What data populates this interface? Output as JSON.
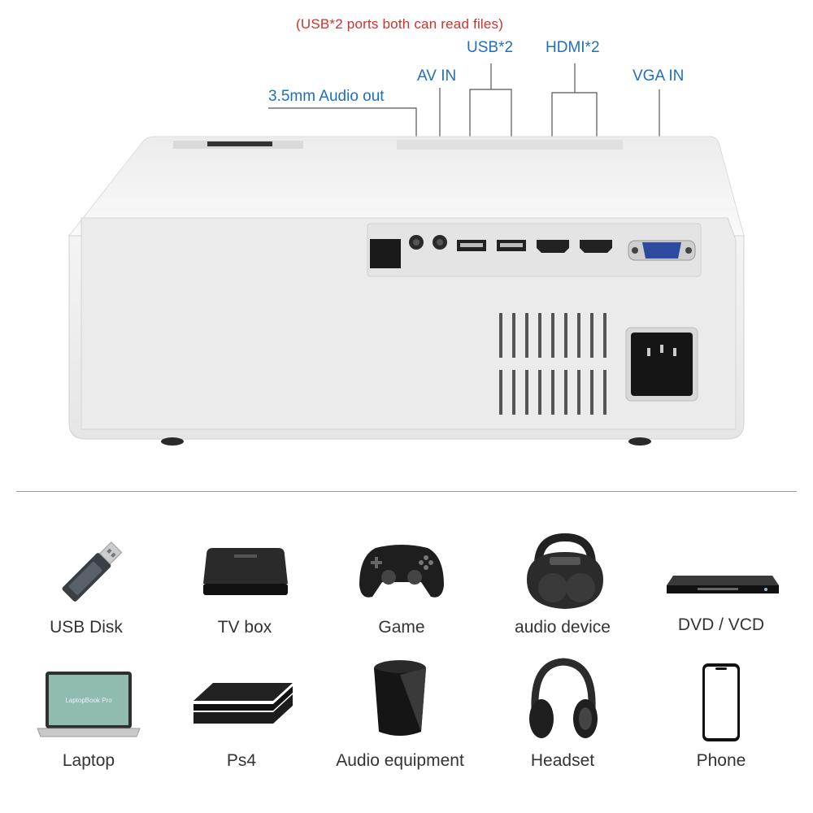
{
  "annotation": {
    "note": "(USB*2 ports both can read files)",
    "ports": {
      "usb": "USB*2",
      "hdmi": "HDMI*2",
      "vga": "VGA IN",
      "av": "AV IN",
      "audio_out": "3.5mm Audio out"
    },
    "note_color": "#d0312d",
    "port_color": "#1f6fc0"
  },
  "devices": {
    "row1": [
      "USB Disk",
      "TV box",
      "Game",
      "audio device",
      "DVD / VCD"
    ],
    "row2": [
      "Laptop",
      "Ps4",
      "Audio equipment",
      "Headset",
      "Phone"
    ]
  },
  "icons": {
    "usb_disk": "usb-flash-drive-icon",
    "tv_box": "tv-box-icon",
    "game": "gamepad-icon",
    "audio_device": "speaker-icon",
    "dvd": "dvd-player-icon",
    "laptop": "laptop-icon",
    "ps4": "ps4-console-icon",
    "audio_equipment": "audio-equipment-icon",
    "headset": "headphones-icon",
    "phone": "phone-icon"
  },
  "laptop_screen_text": "LaptopBook Pro"
}
